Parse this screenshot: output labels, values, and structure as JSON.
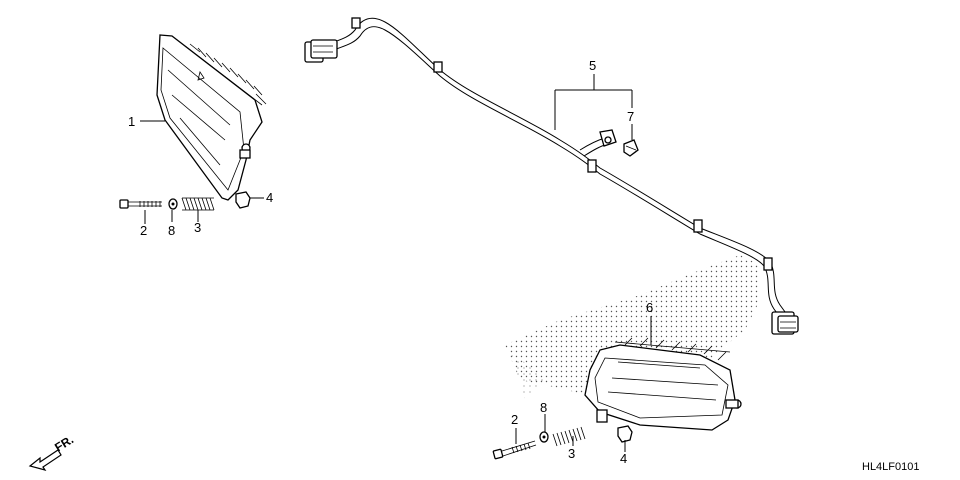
{
  "callouts": {
    "c1": "1",
    "c2a": "2",
    "c8a": "8",
    "c3a": "3",
    "c4a": "4",
    "c5": "5",
    "c7": "7",
    "c6": "6",
    "c2b": "2",
    "c8b": "8",
    "c3b": "3",
    "c4b": "4"
  },
  "front_marker": "FR.",
  "diagram_code": "HL4LF0101"
}
